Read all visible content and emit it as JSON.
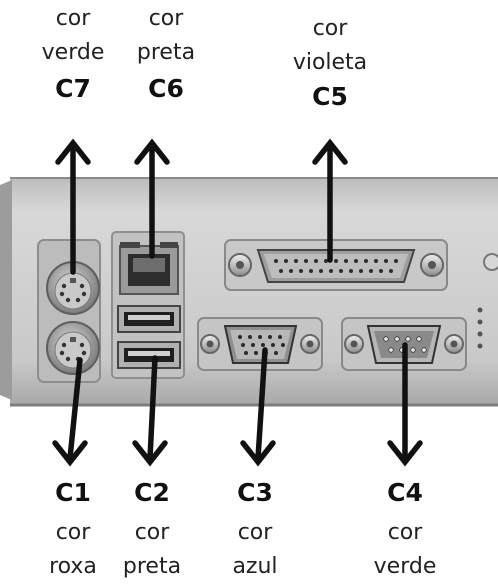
{
  "connectors": [
    {
      "code": "C7",
      "color_word": "cor",
      "color_name": "verde"
    },
    {
      "code": "C6",
      "color_word": "cor",
      "color_name": "preta"
    },
    {
      "code": "C5",
      "color_word": "cor",
      "color_name": "violeta"
    },
    {
      "code": "C1",
      "color_word": "cor",
      "color_name": "roxa"
    },
    {
      "code": "C2",
      "color_word": "cor",
      "color_name": "preta"
    },
    {
      "code": "C3",
      "color_word": "cor",
      "color_name": "azul"
    },
    {
      "code": "C4",
      "color_word": "cor",
      "color_name": "verde"
    }
  ],
  "colors": {
    "panel": "#cfcfcf",
    "arrow": "#111111",
    "text": "#1c1c1c"
  },
  "icons": [
    "ps2-mouse-port-icon",
    "ps2-keyboard-port-icon",
    "ethernet-port-icon",
    "usb-port-icon",
    "parallel-port-icon",
    "vga-port-icon",
    "serial-port-icon"
  ]
}
